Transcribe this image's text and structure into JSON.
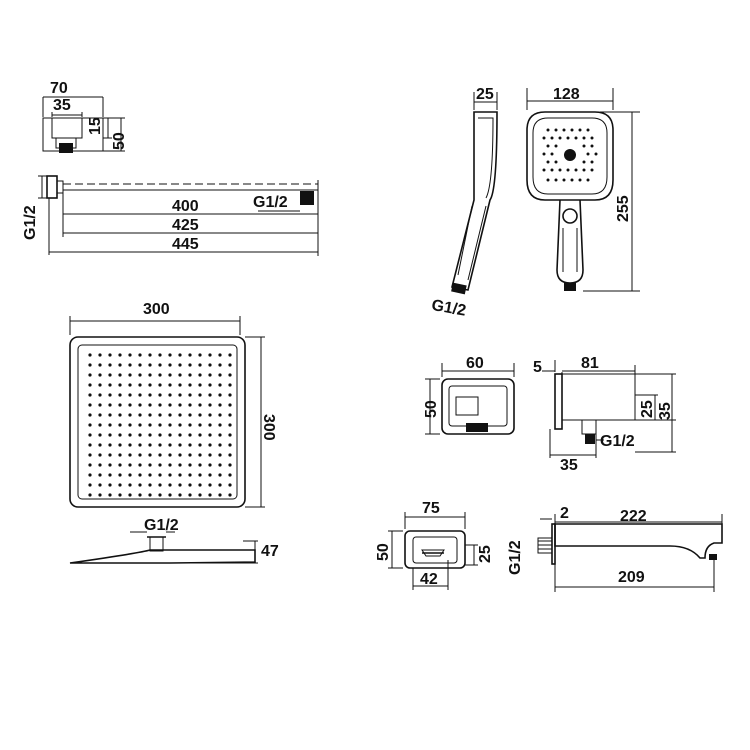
{
  "arm_top": {
    "w70": "70",
    "w35": "35",
    "h15": "15",
    "h50": "50"
  },
  "arm": {
    "g12_left": "G1/2",
    "g12_right": "G1/2",
    "l400": "400",
    "l425": "425",
    "l445": "445"
  },
  "hand_shower": {
    "side25": "25",
    "w128": "128",
    "h255": "255",
    "g12": "G1/2"
  },
  "rain_head": {
    "w300": "300",
    "h300": "300",
    "g12": "G1/2",
    "h47": "47"
  },
  "wall_outlet": {
    "w60": "60",
    "h50": "50",
    "d5": "5",
    "d81": "81",
    "d25": "25",
    "d35_v": "35",
    "g12": "G1/2",
    "d35_h": "35"
  },
  "valve_plate": {
    "w75": "75",
    "h50": "50",
    "h25": "25",
    "w42": "42"
  },
  "spout": {
    "d2": "2",
    "l222": "222",
    "g12": "G1/2",
    "l209": "209"
  }
}
